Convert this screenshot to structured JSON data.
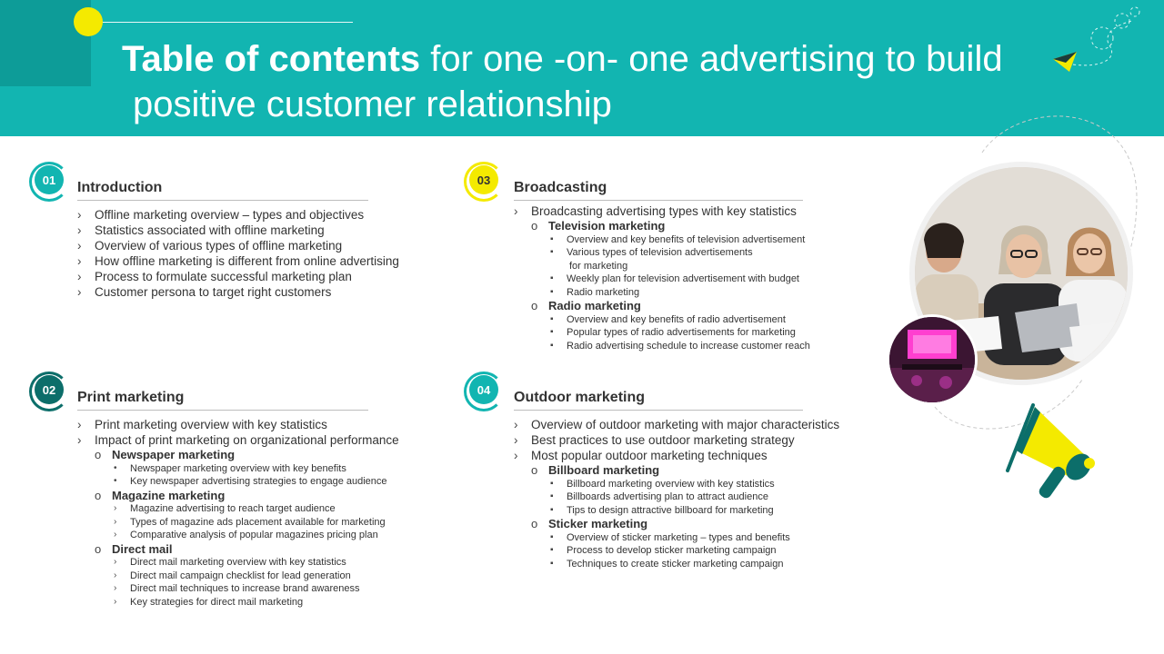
{
  "title": {
    "bold": "Table of contents",
    "rest": "for one -on- one advertising to build",
    "line2": "positive customer relationship"
  },
  "colors": {
    "header": "#12b5b1",
    "header_dark": "#0d9c98",
    "yellow": "#f4ea00",
    "teal_dark": "#0c6e6a"
  },
  "sections": [
    {
      "number": "01",
      "title": "Introduction",
      "items": [
        {
          "text": "Offline marketing overview – types and objectives"
        },
        {
          "text": "Statistics associated with offline marketing"
        },
        {
          "text": "Overview of various types of offline marketing"
        },
        {
          "text": "How offline marketing is different from online advertising"
        },
        {
          "text": "Process to formulate successful  marketing plan"
        },
        {
          "text": "Customer persona to target right customers"
        }
      ]
    },
    {
      "number": "02",
      "title": "Print marketing",
      "items": [
        {
          "text": "Print marketing overview with key statistics"
        },
        {
          "text": "Impact of print marketing on organizational performance"
        },
        {
          "text": "Newspaper marketing"
        },
        {
          "text": "Newspaper marketing overview with key benefits"
        },
        {
          "text": "Key newspaper advertising strategies to engage audience"
        },
        {
          "text": "Magazine marketing"
        },
        {
          "text": "Magazine advertising to reach target audience"
        },
        {
          "text": "Types of magazine ads placement available for marketing"
        },
        {
          "text": "Comparative analysis of popular magazines pricing plan"
        },
        {
          "text": "Direct mail"
        },
        {
          "text": "Direct mail marketing overview with key statistics"
        },
        {
          "text": "Direct mail campaign checklist for lead generation"
        },
        {
          "text": "Direct mail techniques to increase brand awareness"
        },
        {
          "text": "Key strategies for direct mail marketing"
        }
      ]
    },
    {
      "number": "03",
      "title": "Broadcasting",
      "items": [
        {
          "text": "Broadcasting advertising types with key statistics"
        },
        {
          "text": "Television marketing"
        },
        {
          "text": "Overview and key benefits of television advertisement"
        },
        {
          "text": "Various types of television advertisements"
        },
        {
          "text": "for marketing"
        },
        {
          "text": "Weekly plan for television advertisement with budget"
        },
        {
          "text": "Radio marketing"
        },
        {
          "text": "Radio marketing"
        },
        {
          "text": "Overview and key benefits of radio advertisement"
        },
        {
          "text": "Popular types of radio advertisements for marketing"
        },
        {
          "text": "Radio advertising schedule to increase customer reach"
        }
      ]
    },
    {
      "number": "04",
      "title": "Outdoor marketing",
      "items": [
        {
          "text": "Overview of outdoor marketing with major characteristics"
        },
        {
          "text": "Best practices to use outdoor marketing strategy"
        },
        {
          "text": "Most popular outdoor marketing techniques"
        },
        {
          "text": "Billboard marketing"
        },
        {
          "text": "Billboard marketing overview with key statistics"
        },
        {
          "text": "Billboards advertising plan to attract audience"
        },
        {
          "text": "Tips to design attractive billboard for marketing"
        },
        {
          "text": "Sticker marketing"
        },
        {
          "text": "Overview of sticker marketing – types and benefits"
        },
        {
          "text": "Process to develop sticker marketing campaign"
        },
        {
          "text": "Techniques to create sticker marketing campaign"
        }
      ]
    }
  ]
}
